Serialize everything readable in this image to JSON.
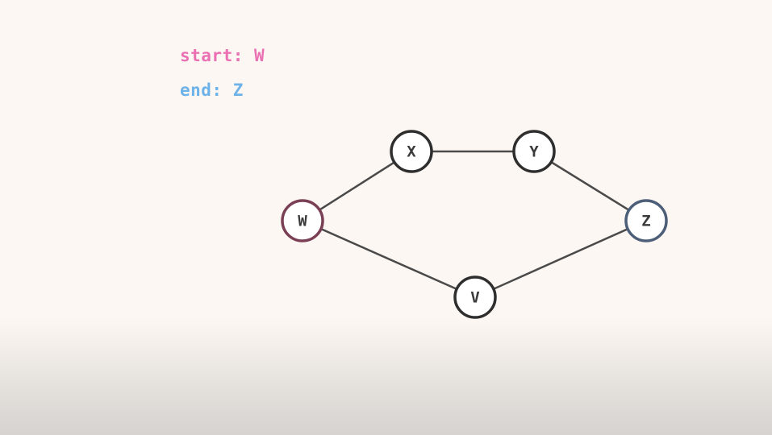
{
  "legend": {
    "start": {
      "label": "start:",
      "value": "W",
      "color": "#ea6fb3"
    },
    "end": {
      "label": "end:",
      "value": "Z",
      "color": "#6db2e8"
    }
  },
  "graph": {
    "nodes": [
      {
        "id": "W",
        "label": "W",
        "role": "start",
        "stroke": "#7a3e55"
      },
      {
        "id": "X",
        "label": "X",
        "role": "normal",
        "stroke": "#2e2e2e"
      },
      {
        "id": "Y",
        "label": "Y",
        "role": "normal",
        "stroke": "#2e2e2e"
      },
      {
        "id": "Z",
        "label": "Z",
        "role": "end",
        "stroke": "#4c5e78"
      },
      {
        "id": "V",
        "label": "V",
        "role": "normal",
        "stroke": "#2e2e2e"
      }
    ],
    "edges": [
      [
        "W",
        "X"
      ],
      [
        "X",
        "Y"
      ],
      [
        "Y",
        "Z"
      ],
      [
        "W",
        "V"
      ],
      [
        "V",
        "Z"
      ]
    ],
    "edge_color": "#4a4a4a"
  }
}
